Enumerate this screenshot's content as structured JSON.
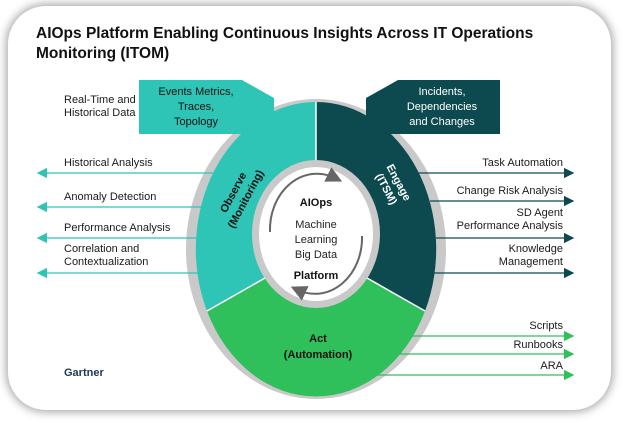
{
  "title": "AIOps Platform Enabling Continuous Insights Across IT Operations Monitoring (ITOM)",
  "title_line1": "AIOps Platform Enabling Continuous Insights Across IT Operations",
  "title_line2": "Monitoring (ITOM)",
  "colors": {
    "observe": "#2ec4b6",
    "engage": "#0d4a4f",
    "act": "#2fbf5b",
    "ring": "#c9c9c9",
    "arrow_teal": "#2ec4b6",
    "arrow_dark": "#0d4a4f",
    "arrow_green": "#2fbf5b"
  },
  "top_left": {
    "label_line1": "Real-Time and",
    "label_line2": "Historical Data",
    "box_line1": "Events Metrics,",
    "box_line2": "Traces,",
    "box_line3": "Topology"
  },
  "top_right": {
    "box_line1": "Incidents,",
    "box_line2": "Dependencies",
    "box_line3": "and Changes"
  },
  "segments": {
    "observe_line1": "Observe",
    "observe_line2": "(Monitoring)",
    "engage_line1": "Engage",
    "engage_line2": "(ITSM)",
    "act_line1": "Act",
    "act_line2": "(Automation)"
  },
  "center": {
    "title": "AIOps",
    "line1": "Machine",
    "line2": "Learning",
    "line3": "Big Data",
    "footer": "Platform"
  },
  "left_items": {
    "historical_analysis": "Historical Analysis",
    "anomaly_detection": "Anomaly Detection",
    "performance_analysis": "Performance Analysis",
    "correlation_line1": "Correlation and",
    "correlation_line2": "Contextualization"
  },
  "right_items": {
    "task_automation": "Task Automation",
    "change_risk": "Change Risk Analysis",
    "sd_agent_line1": "SD Agent",
    "sd_agent_line2": "Performance Analysis",
    "knowledge_line1": "Knowledge",
    "knowledge_line2": "Management"
  },
  "act_items": {
    "scripts": "Scripts",
    "runbooks": "Runbooks",
    "ara": "ARA"
  },
  "brand": "Gartner"
}
